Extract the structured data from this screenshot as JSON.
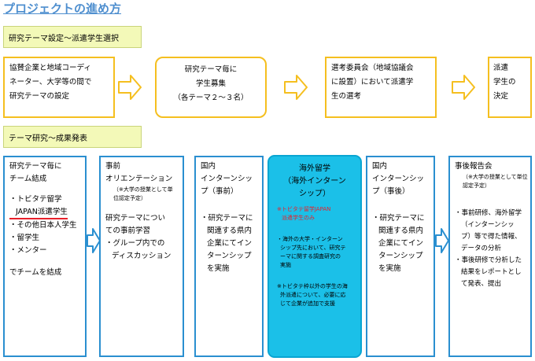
{
  "title": "プロジェクトの進め方",
  "phase1": "研究テーマ設定～派遣学生選択",
  "phase2": "テーマ研究～成果発表",
  "row1": {
    "box1": [
      "協賛企業と地域コーディ",
      "ネーター、大学等の間で",
      "研究テーマの設定"
    ],
    "box2": [
      "研究テーマ毎に",
      "学生募集",
      "（各テーマ２～３名）"
    ],
    "box3": [
      "選考委員会（地域協議会",
      "に設置）において派遣学",
      "生の選考"
    ],
    "box4": [
      "派遣",
      "学生の",
      "決定"
    ]
  },
  "row2": {
    "team": {
      "lines": [
        "研究テーマ毎に",
        "チーム結成"
      ],
      "bullets": [
        "・トビタテ留学",
        "JAPAN派遣学生",
        "・その他日本人学生",
        "・留学生",
        "・メンター"
      ],
      "footer": "でチームを結成"
    },
    "orientation": {
      "label": "事前",
      "title": "オリエンテーション",
      "note": "（※大学の授業として単位認定予定）",
      "body": [
        "研究テーマについ",
        "ての事前学習",
        "・グループ内での",
        "ディスカッション"
      ]
    },
    "intern_pre": {
      "lines": [
        "国内",
        "インターンシッ",
        "プ（事前）"
      ],
      "body": [
        "・研究テーマに",
        "関連する県内",
        "企業にてイン",
        "ターンシップ",
        "を実施"
      ]
    },
    "abroad": {
      "lines": [
        "海外留学",
        "（海外インターン",
        "シップ）"
      ],
      "red": [
        "※トビタテ留学JAPAN",
        "派遣学生のみ"
      ],
      "note1": [
        "・海外の大学・インターン",
        "シップ先において、研究テ",
        "ーマに関する調査研究の",
        "実施"
      ],
      "note2": [
        "※トビタテ枠以外の学生の海",
        "外派遣について、必要に応",
        "じて企業が追加で支援"
      ]
    },
    "intern_post": {
      "lines": [
        "国内",
        "インターンシッ",
        "プ（事後）"
      ],
      "body": [
        "・研究テーマに",
        "関連する県内",
        "企業にてイン",
        "ターンシップ",
        "を実施"
      ]
    },
    "report": {
      "title": "事後報告会",
      "note": "（※大学の授業として単位認定予定）",
      "body": [
        "・事前研修、海外留学",
        "（インターンシッ",
        "プ）等で得た情報、",
        "データの分析",
        "・事後研修で分析した",
        "結果をレポートとし",
        "て発表、提出"
      ]
    }
  },
  "colors": {
    "title": "#4f8fcf",
    "yellow_border": "#f5bf1f",
    "blue_border": "#2a8fd0",
    "teal_fill": "#1bc0e8",
    "phase_fill": "#f3f9b8",
    "red_text": "#e8202a"
  }
}
